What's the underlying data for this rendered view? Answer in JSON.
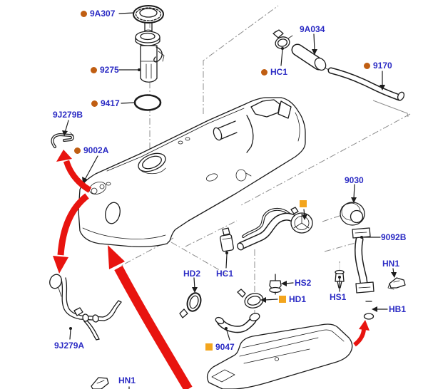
{
  "diagram_type": "exploded-parts-diagram",
  "colors": {
    "label_text": "#2b2bc4",
    "bullet": "#c05e12",
    "square": "#f3a51d",
    "arrow": "#e8140f",
    "line": "#1c1c1c",
    "construction": "#8c8c8c",
    "background": "#ffffff"
  },
  "labels": {
    "p9a307": {
      "text": "9A307",
      "marker": "bullet"
    },
    "p9275": {
      "text": "9275",
      "marker": "bullet"
    },
    "p9417": {
      "text": "9417",
      "marker": "bullet"
    },
    "p9j279b": {
      "text": "9J279B",
      "marker": "none"
    },
    "p9002a": {
      "text": "9002A",
      "marker": "bullet"
    },
    "p9a034": {
      "text": "9A034",
      "marker": "none"
    },
    "hc1_top": {
      "text": "HC1",
      "marker": "bullet"
    },
    "p9170": {
      "text": "9170",
      "marker": "bullet"
    },
    "p9030": {
      "text": "9030",
      "marker": "none"
    },
    "p9092b": {
      "text": "9092B",
      "marker": "none"
    },
    "hn1_right": {
      "text": "HN1",
      "marker": "none"
    },
    "hs1": {
      "text": "HS1",
      "marker": "none"
    },
    "hb1": {
      "text": "HB1",
      "marker": "none"
    },
    "hs2": {
      "text": "HS2",
      "marker": "none"
    },
    "hd1": {
      "text": "HD1",
      "marker": "square"
    },
    "hd2": {
      "text": "HD2",
      "marker": "none"
    },
    "hc1_mid": {
      "text": "HC1",
      "marker": "none"
    },
    "p9047": {
      "text": "9047",
      "marker": "square"
    },
    "p9j279a": {
      "text": "9J279A",
      "marker": "none"
    },
    "hn1_bottom": {
      "text": "HN1",
      "marker": "none"
    }
  }
}
